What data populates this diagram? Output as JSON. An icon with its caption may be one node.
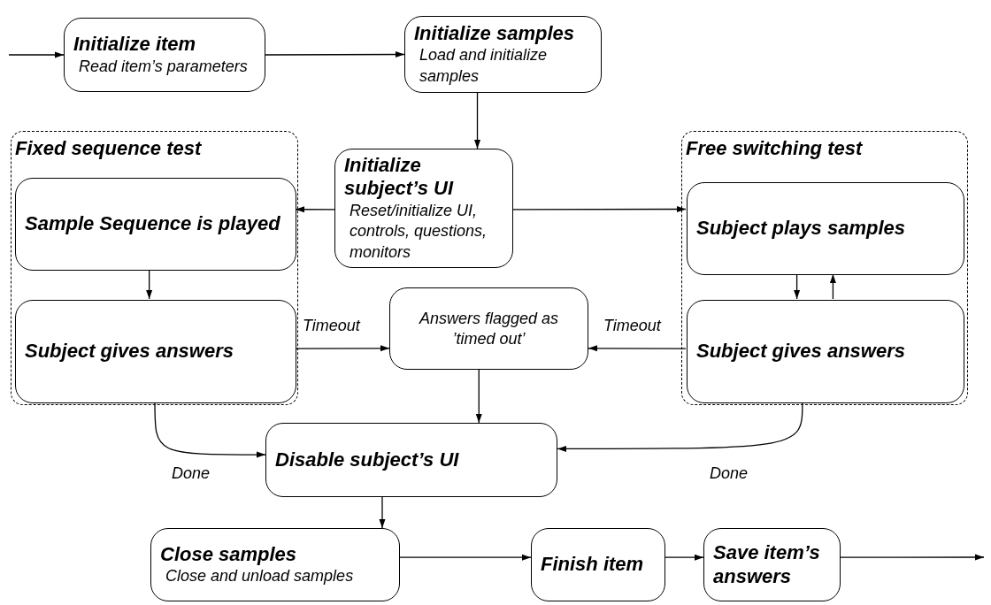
{
  "diagram": {
    "nodes": [
      {
        "text": [
          "Initialize item",
          "Read item’s parameters"
        ]
      },
      {
        "text": [
          "Initialize samples",
          "Load and initialize samples"
        ]
      },
      {
        "text": [
          "Fixed sequence test"
        ]
      },
      {
        "text": [
          "Sample Sequence is played"
        ],
        "in": 2
      },
      {
        "text": [
          "Subject gives answers"
        ],
        "in": 2
      },
      {
        "text": [
          "Initialize subject’s UI",
          "Reset/initialize UI, controls, questions, monitors"
        ]
      },
      {
        "text": [
          "Free switching test"
        ]
      },
      {
        "text": [
          "Subject plays samples"
        ],
        "in": 6
      },
      {
        "text": [
          "Subject gives answers"
        ],
        "in": 6
      },
      {
        "text": [
          "Answers flagged as ’timed out’"
        ]
      },
      {
        "text": [
          "Disable subject’s UI"
        ]
      },
      {
        "text": [
          "Close samples",
          "Close and unload samples"
        ]
      },
      {
        "text": [
          "Finish item"
        ]
      },
      {
        "text": [
          "Save item’s answers"
        ]
      }
    ],
    "edges": [
      {
        "from": null,
        "to": 0,
        "arrow": "to"
      },
      {
        "from": 0,
        "to": 1,
        "arrow": "to"
      },
      {
        "from": 1,
        "to": 5,
        "arrow": "to"
      },
      {
        "from": 5,
        "to": 3,
        "arrow": "to"
      },
      {
        "from": 5,
        "to": 7,
        "arrow": "to"
      },
      {
        "from": 3,
        "to": 4,
        "arrow": "to"
      },
      {
        "from": 7,
        "to": 8,
        "arrow": "to"
      },
      {
        "from": 8,
        "to": 7,
        "arrow": "to"
      },
      {
        "from": 4,
        "to": 9,
        "arrow": "to",
        "label": "Timeout"
      },
      {
        "from": 8,
        "to": 9,
        "arrow": "to",
        "label": "Timeout"
      },
      {
        "from": 9,
        "to": 10,
        "arrow": "to"
      },
      {
        "from": 4,
        "to": 10,
        "arrow": "to",
        "label": "Done"
      },
      {
        "from": 8,
        "to": 10,
        "arrow": "to",
        "label": "Done"
      },
      {
        "from": 10,
        "to": 11,
        "arrow": "to"
      },
      {
        "from": 11,
        "to": 12,
        "arrow": "to"
      },
      {
        "from": 12,
        "to": 13,
        "arrow": "to"
      },
      {
        "from": 13,
        "to": null,
        "arrow": "to"
      }
    ]
  }
}
